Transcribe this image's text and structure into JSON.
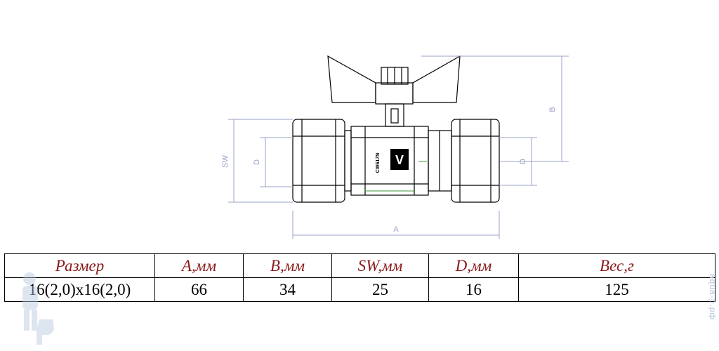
{
  "drawing": {
    "dim_labels": {
      "a": "A",
      "b": "B",
      "sw": "SW",
      "d_left": "D",
      "d_right": "D"
    },
    "body_marking": "CW617N",
    "logo_letter": "V"
  },
  "table": {
    "headers": [
      "Размер",
      "A,мм",
      "B,мм",
      "SW,мм",
      "D,мм",
      "Вес,г"
    ],
    "row": [
      "16(2,0)x16(2,0)",
      "66",
      "34",
      "25",
      "16",
      "125"
    ]
  },
  "watermark": {
    "text": "аqua-p.рф"
  },
  "colors": {
    "header_text": "#8b1a1a",
    "dimension_lines": "#9aa0c8",
    "accent_green": "#3a9a3a"
  }
}
